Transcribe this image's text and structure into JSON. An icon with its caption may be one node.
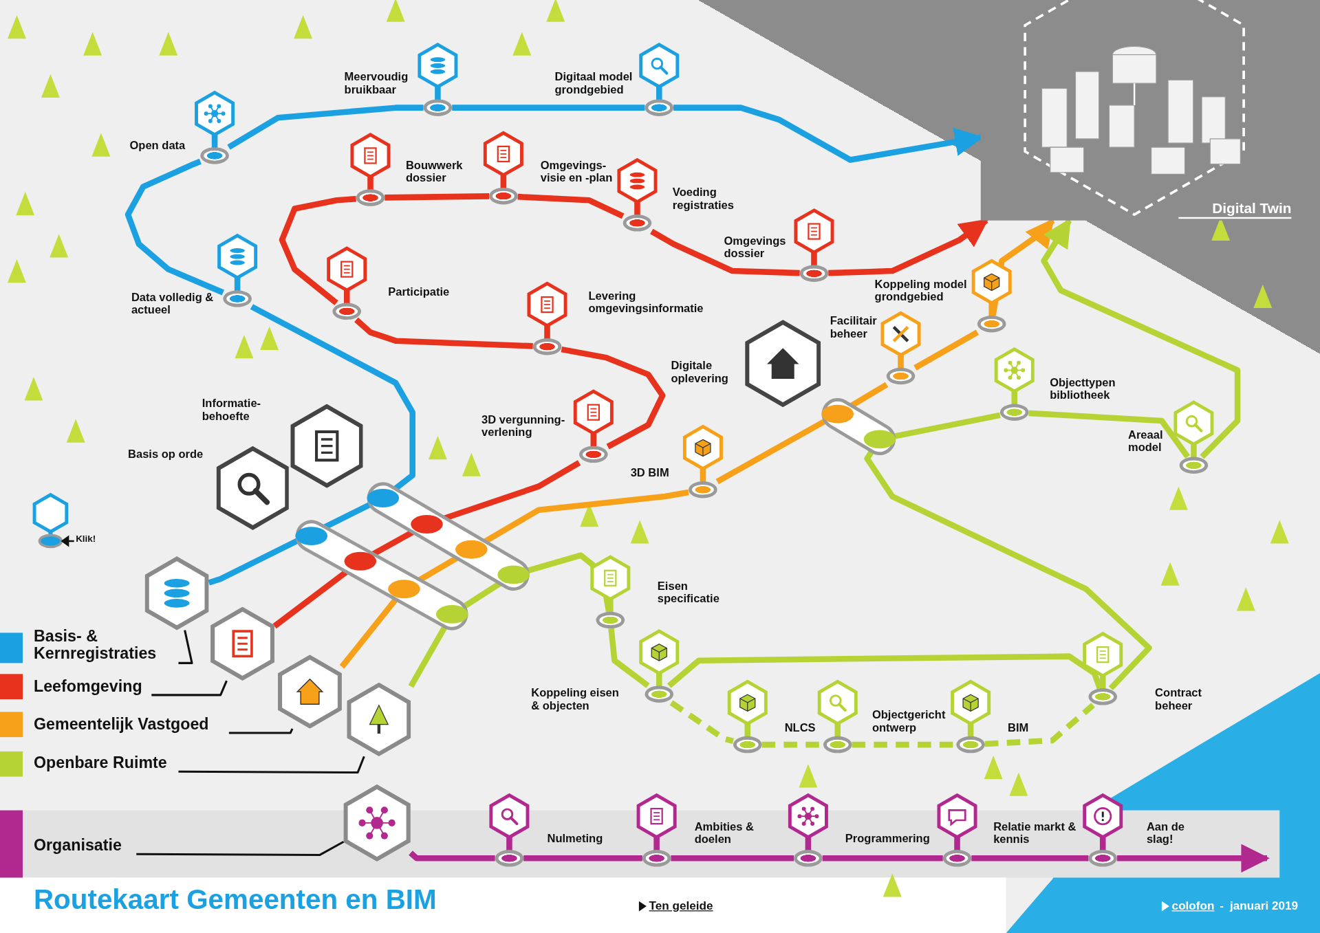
{
  "diagram": {
    "title": "Routekaart Gemeenten en BIM",
    "nodes": [
      {
        "text": [
          "Basis- & Kernregistraties"
        ]
      },
      {
        "text": [
          "Leefomgeving"
        ]
      },
      {
        "text": [
          "Gemeentelijk Vastgoed"
        ]
      },
      {
        "text": [
          "Openbare Ruimte"
        ]
      },
      {
        "text": [
          "Organisatie"
        ]
      },
      {
        "text": [],
        "shape": "hexagon"
      },
      {
        "text": [],
        "shape": "hexagon"
      },
      {
        "text": [],
        "shape": "hexagon"
      },
      {
        "text": [],
        "shape": "hexagon"
      },
      {
        "text": [],
        "shape": "hexagon"
      },
      {
        "text": [
          "Informatie-behoefte"
        ]
      },
      {
        "text": [
          "Basis op orde"
        ]
      },
      {
        "text": [
          "Digitale oplevering"
        ]
      },
      {
        "text": [
          "Data volledig & actueel"
        ]
      },
      {
        "text": [
          "Open data"
        ]
      },
      {
        "text": [
          "Meervoudig bruikbaar"
        ]
      },
      {
        "text": [
          "Digitaal model grondgebied"
        ]
      },
      {
        "text": [
          "3D vergunning-verlening"
        ]
      },
      {
        "text": [
          "Levering omgevingsinformatie"
        ]
      },
      {
        "text": [
          "Participatie"
        ]
      },
      {
        "text": [
          "Bouwwerk dossier"
        ]
      },
      {
        "text": [
          "Omgevings-visie en -plan"
        ]
      },
      {
        "text": [
          "Voeding registraties"
        ]
      },
      {
        "text": [
          "Omgevings dossier"
        ]
      },
      {
        "text": [
          "3D BIM"
        ]
      },
      {
        "text": [
          "Facilitair beheer"
        ]
      },
      {
        "text": [
          "Koppeling model grondgebied"
        ]
      },
      {
        "text": [
          "Eisen specificatie"
        ]
      },
      {
        "text": [
          "Koppeling eisen & objecten"
        ]
      },
      {
        "text": [
          "NLCS"
        ]
      },
      {
        "text": [
          "Objectgericht ontwerp"
        ]
      },
      {
        "text": [
          "BIM"
        ]
      },
      {
        "text": [
          "Contract beheer"
        ]
      },
      {
        "text": [
          "Objecttypen bibliotheek"
        ]
      },
      {
        "text": [
          "Areaal model"
        ]
      },
      {
        "text": [
          "Nulmeting"
        ]
      },
      {
        "text": [
          "Ambities & doelen"
        ]
      },
      {
        "text": [
          "Programmering"
        ]
      },
      {
        "text": [
          "Relatie markt & kennis"
        ]
      },
      {
        "text": [
          "Aan de slag!"
        ]
      },
      {
        "text": [
          "Digital Twin"
        ]
      }
    ],
    "edges": [
      {
        "from": 0,
        "to": 5,
        "arrow": "none",
        "color": "#111111"
      },
      {
        "from": 1,
        "to": 6,
        "arrow": "none",
        "color": "#111111"
      },
      {
        "from": 2,
        "to": 7,
        "arrow": "none",
        "color": "#111111"
      },
      {
        "from": 3,
        "to": 8,
        "arrow": "none",
        "color": "#111111"
      },
      {
        "from": 4,
        "to": 9,
        "arrow": "none",
        "color": "#111111"
      },
      {
        "from": 5,
        "to": 13,
        "arrow": "none",
        "color": "#1ba1e2"
      },
      {
        "from": 13,
        "to": 14,
        "arrow": "none",
        "color": "#1ba1e2"
      },
      {
        "from": 14,
        "to": 15,
        "arrow": "none",
        "color": "#1ba1e2"
      },
      {
        "from": 15,
        "to": 16,
        "arrow": "none",
        "color": "#1ba1e2"
      },
      {
        "from": 16,
        "to": 40,
        "arrow": "to",
        "color": "#1ba1e2"
      },
      {
        "from": 6,
        "to": 17,
        "arrow": "none",
        "color": "#e7331d"
      },
      {
        "from": 17,
        "to": 18,
        "arrow": "none",
        "color": "#e7331d"
      },
      {
        "from": 18,
        "to": 19,
        "arrow": "none",
        "color": "#e7331d"
      },
      {
        "from": 19,
        "to": 20,
        "arrow": "none",
        "color": "#e7331d"
      },
      {
        "from": 20,
        "to": 21,
        "arrow": "none",
        "color": "#e7331d"
      },
      {
        "from": 21,
        "to": 22,
        "arrow": "none",
        "color": "#e7331d"
      },
      {
        "from": 22,
        "to": 23,
        "arrow": "none",
        "color": "#e7331d"
      },
      {
        "from": 23,
        "to": 40,
        "arrow": "to",
        "color": "#e7331d"
      },
      {
        "from": 7,
        "to": 24,
        "arrow": "none",
        "color": "#f7a11a"
      },
      {
        "from": 24,
        "to": 25,
        "arrow": "none",
        "color": "#f7a11a"
      },
      {
        "from": 25,
        "to": 26,
        "arrow": "none",
        "color": "#f7a11a"
      },
      {
        "from": 26,
        "to": 40,
        "arrow": "to",
        "color": "#f7a11a"
      },
      {
        "from": 8,
        "to": 27,
        "arrow": "none",
        "color": "#b6d335"
      },
      {
        "from": 27,
        "to": 28,
        "arrow": "none",
        "color": "#b6d335"
      },
      {
        "from": 28,
        "to": 32,
        "arrow": "none",
        "color": "#b6d335"
      },
      {
        "from": 28,
        "to": 29,
        "arrow": "none",
        "style": "dashed",
        "color": "#b6d335"
      },
      {
        "from": 29,
        "to": 30,
        "arrow": "none",
        "style": "dashed",
        "color": "#b6d335"
      },
      {
        "from": 30,
        "to": 31,
        "arrow": "none",
        "style": "dashed",
        "color": "#b6d335"
      },
      {
        "from": 31,
        "to": 32,
        "arrow": "none",
        "style": "dashed",
        "color": "#b6d335"
      },
      {
        "from": 32,
        "to": 33,
        "arrow": "none",
        "color": "#b6d335"
      },
      {
        "from": 33,
        "to": 34,
        "arrow": "none",
        "color": "#b6d335"
      },
      {
        "from": 34,
        "to": 40,
        "arrow": "to",
        "color": "#b6d335"
      },
      {
        "from": 9,
        "to": 35,
        "arrow": "none",
        "color": "#b1288f"
      },
      {
        "from": 35,
        "to": 36,
        "arrow": "none",
        "color": "#b1288f"
      },
      {
        "from": 36,
        "to": 37,
        "arrow": "none",
        "color": "#b1288f"
      },
      {
        "from": 37,
        "to": 38,
        "arrow": "none",
        "color": "#b1288f"
      },
      {
        "from": 38,
        "to": 39,
        "arrow": "none",
        "color": "#b1288f"
      },
      {
        "from": 39,
        "to": null,
        "arrow": "to",
        "color": "#b1288f"
      }
    ],
    "labels": [
      "Klik!",
      "Ten geleide",
      "colofon",
      "-",
      "januari 2019"
    ]
  }
}
